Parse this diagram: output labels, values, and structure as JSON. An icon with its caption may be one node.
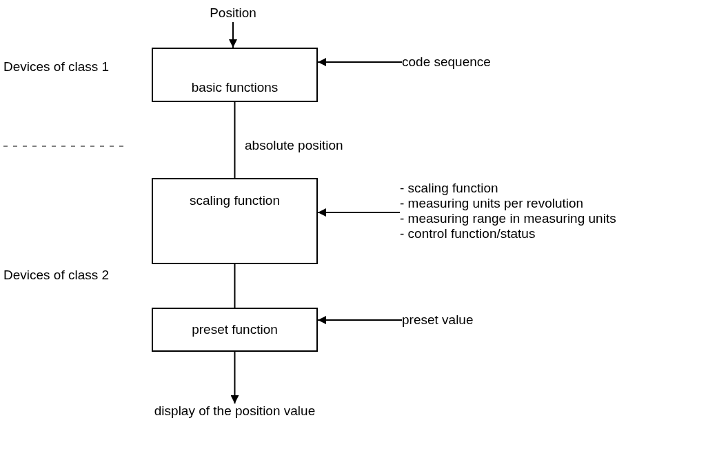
{
  "diagram": {
    "nodes": [
      {
        "text": [
          "Position"
        ]
      },
      {
        "text": [
          "basic functions"
        ]
      },
      {
        "text": [
          "code sequence"
        ]
      },
      {
        "text": [
          "scaling function"
        ]
      },
      {
        "text": [
          "- scaling function",
          "- measuring units per revolution",
          "- measuring range in measuring units",
          "- control function/status"
        ]
      },
      {
        "text": [
          "preset function"
        ]
      },
      {
        "text": [
          "preset value"
        ]
      },
      {
        "text": [
          "display of the position value"
        ]
      }
    ],
    "edges": [
      {
        "from": 0,
        "to": 1,
        "arrow": "to"
      },
      {
        "from": 2,
        "to": 1,
        "arrow": "to"
      },
      {
        "from": 1,
        "to": 3,
        "arrow": "none",
        "label": "absolute position"
      },
      {
        "from": 4,
        "to": 3,
        "arrow": "to"
      },
      {
        "from": 3,
        "to": 5,
        "arrow": "none"
      },
      {
        "from": 6,
        "to": 5,
        "arrow": "to"
      },
      {
        "from": 5,
        "to": 7,
        "arrow": "to"
      }
    ],
    "labels": [
      "Devices of class 1",
      "Devices of class 2"
    ]
  }
}
